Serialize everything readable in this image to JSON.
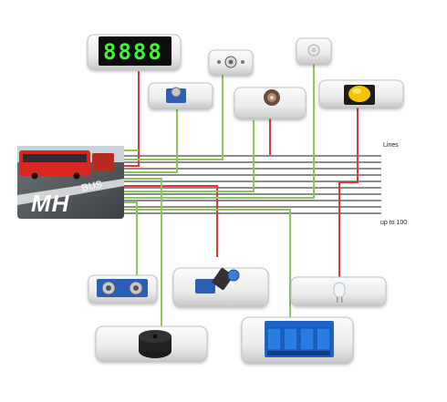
{
  "labels": {
    "lines": "Lines",
    "up_to": "up to 100",
    "hub": "MH",
    "display": "8888"
  },
  "colors": {
    "red_wire": "#e0353a",
    "green_wire": "#8fc75a",
    "bus_line": "#1a1a1a",
    "display_digit": "#44f23a",
    "relay_blue": "#1e64c8",
    "button_yellow": "#f3c400"
  },
  "modules": [
    {
      "id": "display",
      "icon": "seven-segment-display-icon"
    },
    {
      "id": "light-sensor-1",
      "icon": "light-sensor-icon"
    },
    {
      "id": "motion-sensor",
      "icon": "pir-sensor-icon"
    },
    {
      "id": "temperature-sensor",
      "icon": "temperature-sensor-icon"
    },
    {
      "id": "color-sensor",
      "icon": "color-sensor-icon"
    },
    {
      "id": "push-button",
      "icon": "push-button-icon"
    },
    {
      "id": "ultrasonic-sensor",
      "icon": "ultrasonic-sensor-icon"
    },
    {
      "id": "potentiometer",
      "icon": "potentiometer-icon"
    },
    {
      "id": "led",
      "icon": "led-icon"
    },
    {
      "id": "buzzer",
      "icon": "buzzer-icon"
    },
    {
      "id": "relay-board",
      "icon": "relay-board-icon"
    }
  ]
}
